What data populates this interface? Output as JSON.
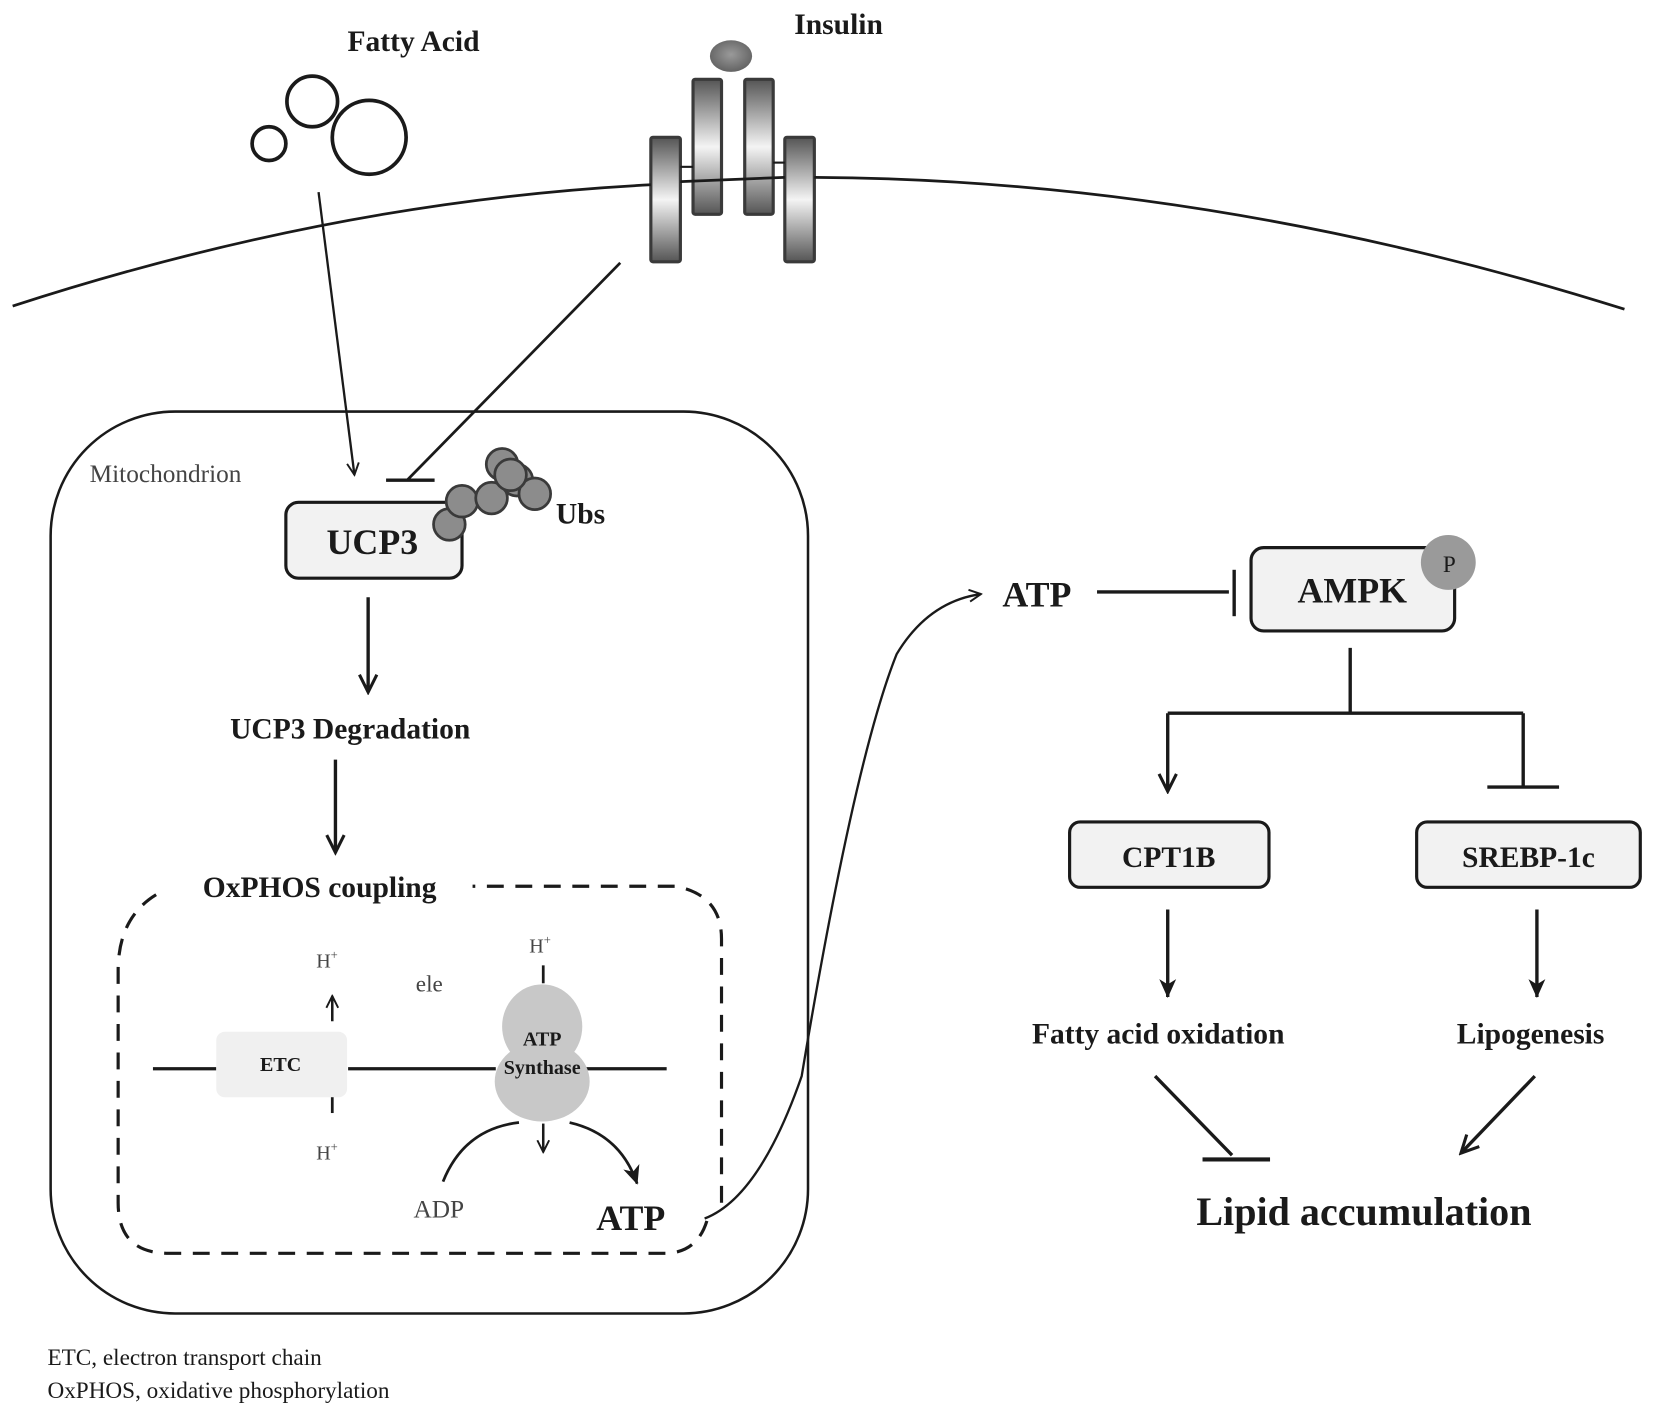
{
  "extracellular": {
    "fatty_acid": "Fatty Acid",
    "insulin": "Insulin"
  },
  "mitochondrion": {
    "label": "Mitochondrion",
    "ucp3": "UCP3",
    "ubs": "Ubs",
    "ucp3_degradation": "UCP3 Degradation",
    "oxphos_coupling": "OxPHOS coupling",
    "h_plus": "H",
    "plus": "+",
    "ele": "ele",
    "etc": "ETC",
    "atp_synthase_line1": "ATP",
    "atp_synthase_line2": "Synthase",
    "adp": "ADP",
    "atp": "ATP"
  },
  "cytoplasm": {
    "atp": "ATP",
    "ampk": "AMPK",
    "phospho": "P",
    "cpt1b": "CPT1B",
    "srebp1c": "SREBP-1c",
    "fatty_acid_oxidation": "Fatty acid oxidation",
    "lipogenesis": "Lipogenesis",
    "lipid_accumulation": "Lipid accumulation"
  },
  "footnotes": [
    "ETC, electron transport chain",
    "OxPHOS, oxidative phosphorylation"
  ],
  "colors": {
    "ink": "#1a1a1a",
    "box_fill": "#f2f2f2",
    "ubiquitin": "#8c8c8c",
    "phospho": "#9a9a9a",
    "atp_synthase": "#c8c8c8",
    "etc_box": "#f0f0f0"
  }
}
